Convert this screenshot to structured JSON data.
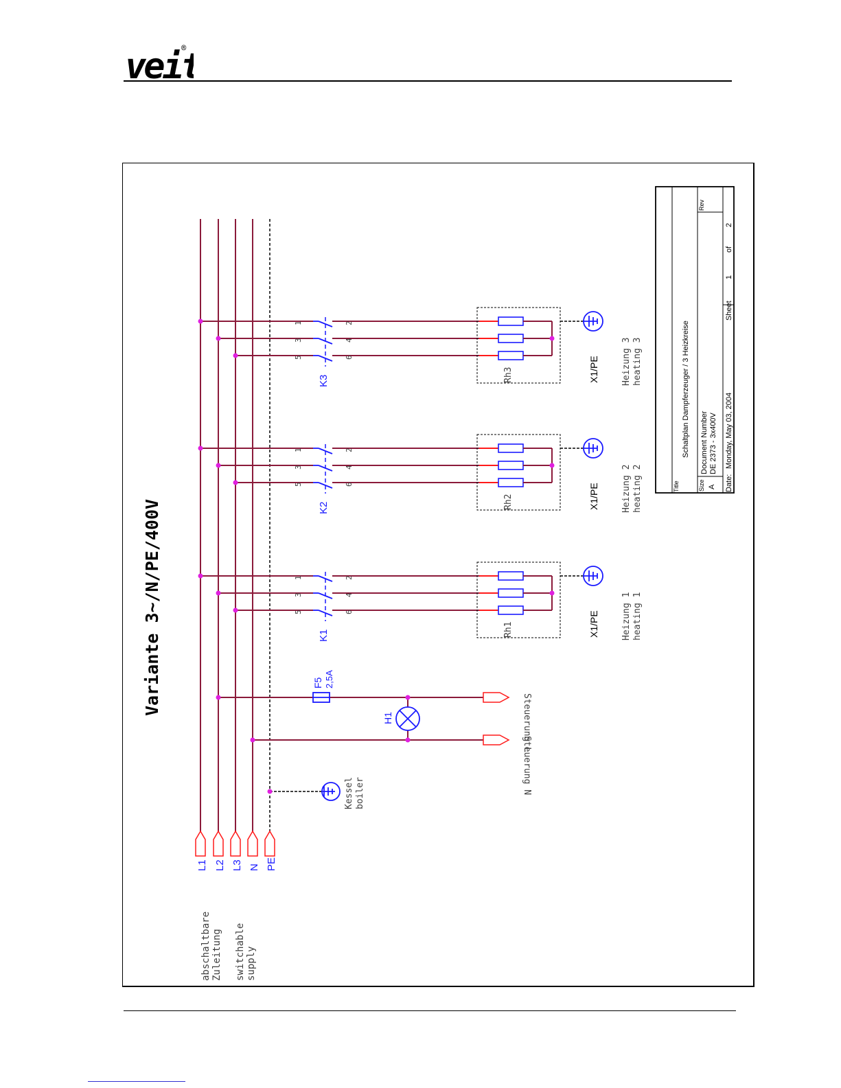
{
  "header": {
    "logo": "veit",
    "registered_mark": "®"
  },
  "diagram": {
    "title": "Variante 3~/N/PE/400V",
    "supply_note": {
      "de": [
        "abschaltbare",
        "Zuleitung"
      ],
      "en": [
        "switchable",
        "supply"
      ]
    },
    "terminals": [
      "L1",
      "L2",
      "L3",
      "N",
      "PE"
    ],
    "boiler_ground": {
      "de": "Kessel",
      "en": "boiler"
    },
    "fuse": {
      "name": "F5",
      "rating": "2,5A"
    },
    "lamp": "H1",
    "control_outputs": [
      "Steuerung L",
      "Steuerung N"
    ],
    "heating_circuits": [
      {
        "contactor": "K1",
        "heater": "Rh1",
        "ground": "X1/PE",
        "label_de": "Heizung 1",
        "label_en": "heating 1"
      },
      {
        "contactor": "K2",
        "heater": "Rh2",
        "ground": "X1/PE",
        "label_de": "Heizung 2",
        "label_en": "heating 2"
      },
      {
        "contactor": "K3",
        "heater": "Rh3",
        "ground": "X1/PE",
        "label_de": "Heizung 3",
        "label_en": "heating 3"
      }
    ],
    "contact_pins_in": [
      "1",
      "3",
      "5"
    ],
    "contact_pins_out": [
      "2",
      "4",
      "6"
    ]
  },
  "title_block": {
    "title_label": "Title",
    "title_value": "Schaltplan Dampferzeuger / 3 Heizkreise",
    "size_label": "Size",
    "size_value": "A",
    "docnum_label": "Document Number",
    "docnum_value": "DE 2373  -  3x400V",
    "rev_label": "Rev",
    "date_label": "Date:",
    "date_value": "Monday, May 03, 2004",
    "sheet_label": "Sheet",
    "sheet_value": "1",
    "of_label": "of",
    "of_value": "2"
  },
  "colors": {
    "bus": "#8b1a3a",
    "component": "#1a1aff",
    "connector": "#ff1a1a",
    "junction": "#e020e0",
    "note_text": "#404040"
  }
}
